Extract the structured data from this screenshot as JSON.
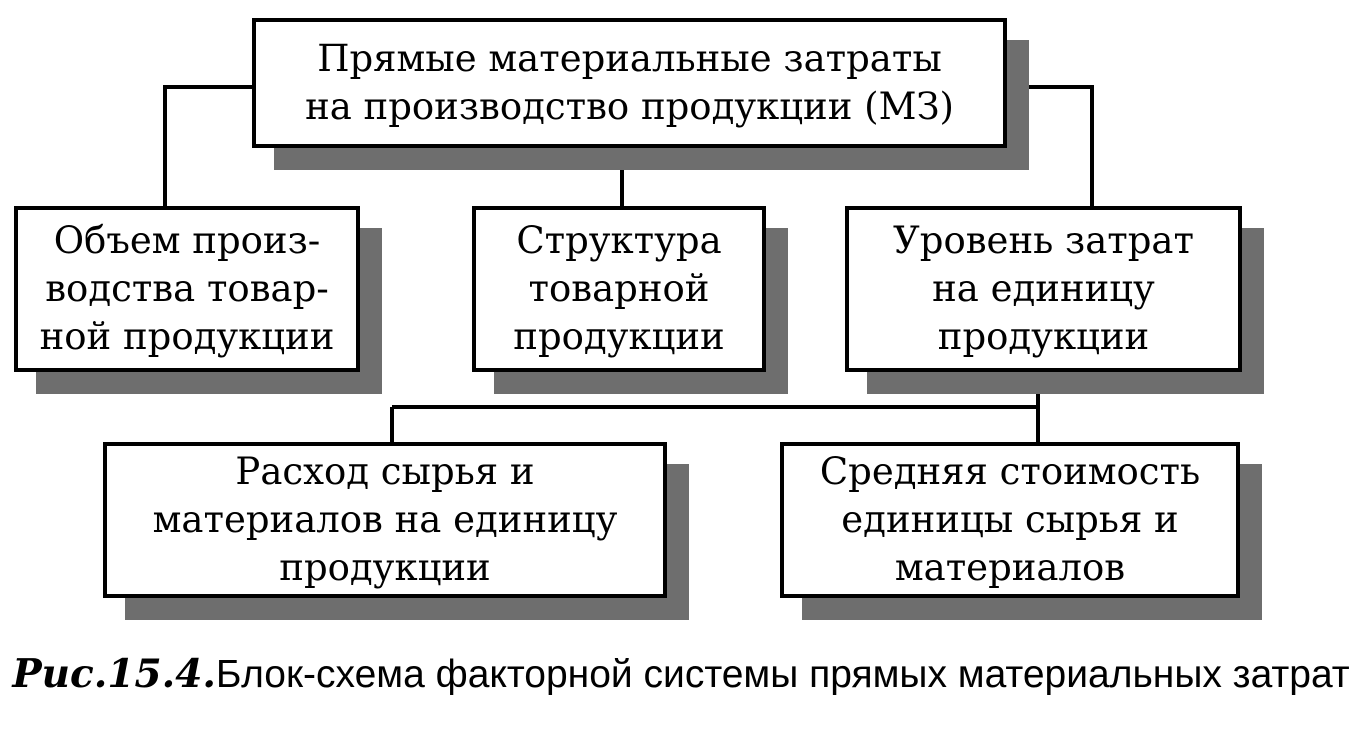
{
  "diagram": {
    "top": {
      "lines": [
        "Прямые материальные затраты",
        "на производство продукции (МЗ)"
      ]
    },
    "middle": [
      {
        "lines": [
          "Объем произ-",
          "водства товар-",
          "ной продукции"
        ]
      },
      {
        "lines": [
          "Структура",
          "товарной",
          "продукции"
        ]
      },
      {
        "lines": [
          "Уровень затрат",
          "на единицу",
          "продукции"
        ]
      }
    ],
    "bottom": [
      {
        "lines": [
          "Расход сырья и",
          "материалов на единицу",
          "продукции"
        ]
      },
      {
        "lines": [
          "Средняя стоимость",
          "единицы сырья и",
          "материалов"
        ]
      }
    ],
    "colors": {
      "line": "#000000",
      "shadow": "#6e6e6e"
    }
  },
  "caption": {
    "figure": "Рис.15.4.",
    "text": "Блок-схема факторной системы прямых материальных затрат"
  }
}
